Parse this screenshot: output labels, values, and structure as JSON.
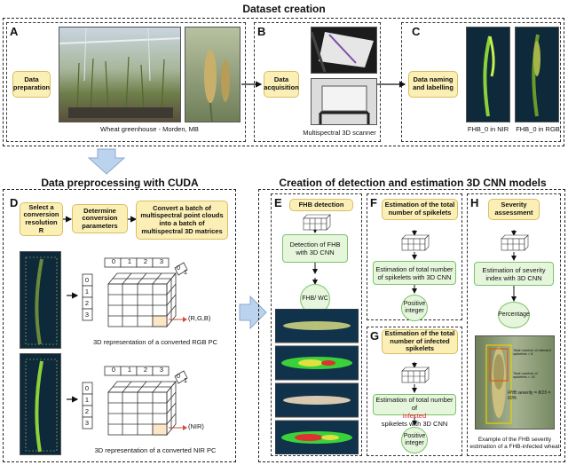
{
  "top": {
    "title": "Dataset creation",
    "A": {
      "letter": "A",
      "box": "Data preparation",
      "caption": "Wheat greenhouse - Morden, MB"
    },
    "B": {
      "letter": "B",
      "box": "Data acquisition",
      "caption": "Multispectral 3D scanner"
    },
    "C": {
      "letter": "C",
      "box": "Data naming and labelling",
      "cap_nir": "FHB_0 in NIR",
      "cap_rgb": "FHB_0 in RGB"
    }
  },
  "D": {
    "title": "Data preprocessing with CUDA",
    "letter": "D",
    "step1": "Select a conversion resolution R",
    "step2": "Determine conversion parameters",
    "step3": "Convert a batch of multispectral point clouds into a batch of multispectral 3D matrices",
    "cols": [
      "0",
      "1",
      "2",
      "3"
    ],
    "rows": [
      "0",
      "1",
      "2",
      "3"
    ],
    "depth": [
      "0",
      "1"
    ],
    "rgb_label": "(R,G,B)",
    "nir_label": "(NIR)",
    "rgb_caption": "3D representation of a converted RGB PC",
    "nir_caption": "3D representation of a converted NIR PC"
  },
  "right": {
    "title": "Creation of detection and estimation 3D CNN models",
    "E": {
      "letter": "E",
      "box": "FHB detection",
      "model": "Detection of FHB with 3D CNN",
      "output": "FHB/ WC"
    },
    "F": {
      "letter": "F",
      "box": "Estimation of the total number of spikelets",
      "model": "Estimation of total number of spikelets with 3D CNN",
      "output": "Positive integer"
    },
    "G": {
      "letter": "G",
      "box": "Estimation of the total number of infected spikelets",
      "model_pre": "Estimation of total number of",
      "model_red": "infected",
      "model_post": "spikelets with 3D CNN",
      "output": "Positive integer"
    },
    "H": {
      "letter": "H",
      "box": "Severity assessment",
      "model": "Estimation of severity index with 3D CNN",
      "output": "Percentage",
      "ann1": "Total number of infected spikelets = 8",
      "ann2": "Total number of spikelets = 15",
      "formula": "FHB severity = 8/15 = 60%",
      "caption": "Example of the FHB severity estimation of a FHB-infected wheat"
    }
  },
  "colors": {
    "yellow": "#fbefb6",
    "green": "#e6f6dc",
    "arrow_blue": "#bcd3ee",
    "red": "#e02020"
  }
}
